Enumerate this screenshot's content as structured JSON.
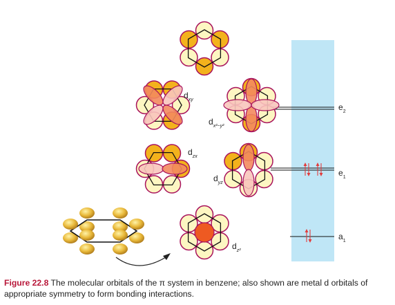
{
  "colors": {
    "lobe_stroke": "#a8125c",
    "lobe_light": "#fdf6c2",
    "lobe_dark": "#f3b21c",
    "dorb_fill": "#f38a5e",
    "dorb_light": "#f8c5bd",
    "metal_center": "#ee5a22",
    "panel": "#bfe6f6",
    "arrow": "#e23c3c",
    "caption_accent": "#b8183a"
  },
  "orbital_labels": {
    "dxy": {
      "main": "d",
      "sub": "xy"
    },
    "dx2y2": {
      "main": "d",
      "sub": "x²−y²"
    },
    "dzx": {
      "main": "d",
      "sub": "zx"
    },
    "dyz": {
      "main": "d",
      "sub": "yz"
    },
    "dz2": {
      "main": "d",
      "sub": "z²"
    }
  },
  "levels": [
    {
      "label": "e",
      "sub": "2",
      "electrons": 0
    },
    {
      "label": "e",
      "sub": "1",
      "electrons": 4
    },
    {
      "label": "a",
      "sub": "1",
      "electrons": 2
    }
  ],
  "caption": {
    "number": "Figure 22.8",
    "text": " The molecular orbitals of the π system in benzene; also shown are metal d orbitals of appropriate symmetry to form bonding interactions."
  }
}
